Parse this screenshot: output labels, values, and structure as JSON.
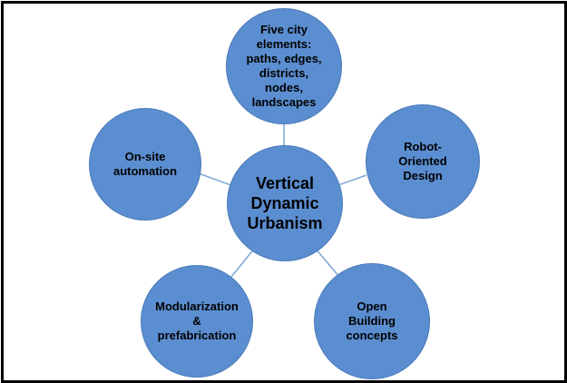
{
  "diagram": {
    "colors": {
      "node_fill": "#5b8ed0",
      "node_border": "#4a7ab8",
      "connector": "#7ea6d6",
      "frame": "#000000",
      "text": "#000000"
    },
    "center": {
      "label": "Vertical\nDynamic\nUrbanism"
    },
    "nodes": {
      "top": {
        "label": "Five city\nelements:\npaths, edges,\ndistricts,\nnodes,\nlandscapes"
      },
      "left": {
        "label": "On-site\nautomation"
      },
      "right": {
        "label": "Robot-\nOriented\nDesign"
      },
      "bottom_left": {
        "label": "Modularization\n&\nprefabrication"
      },
      "bottom_right": {
        "label": "Open\nBuilding\nconcepts"
      }
    }
  }
}
